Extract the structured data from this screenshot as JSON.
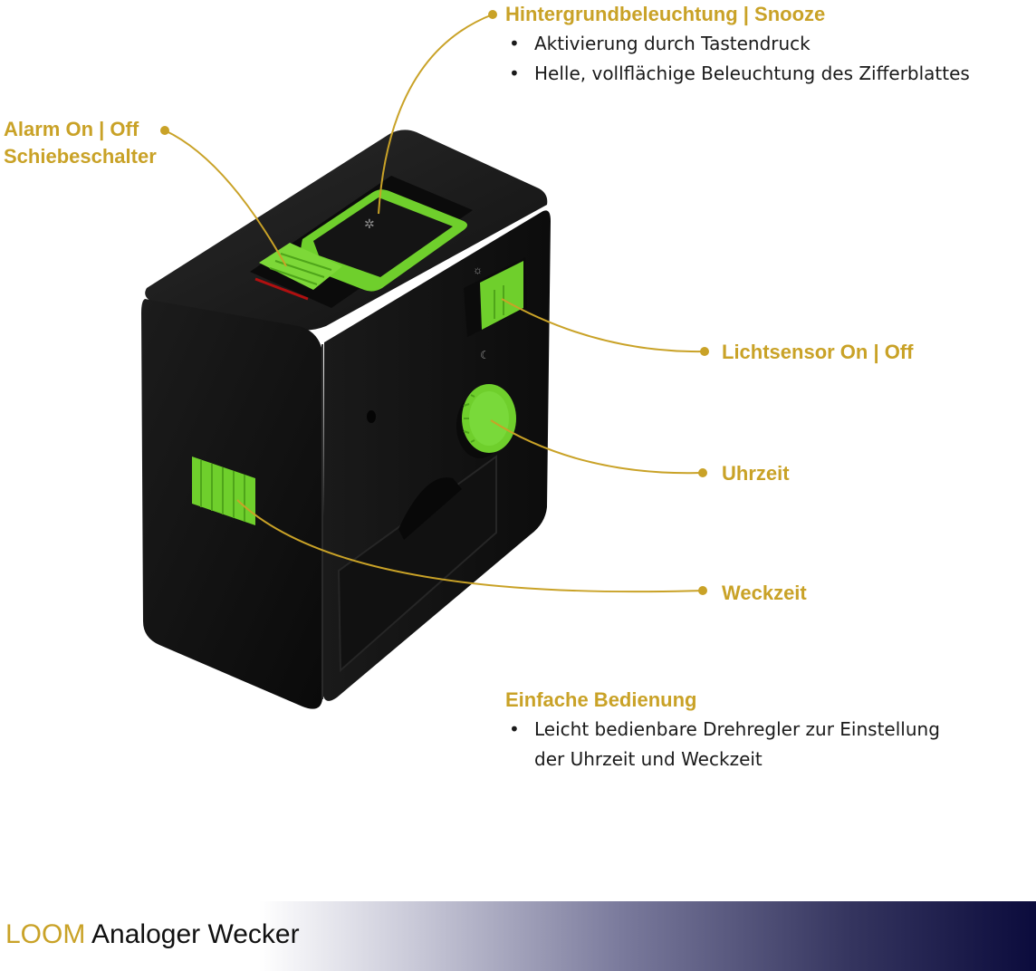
{
  "callouts": {
    "backlight": {
      "title": "Hintergrundbeleuchtung | Snooze",
      "bullets": [
        "Aktivierung durch Tastendruck",
        "Helle, vollflächige Beleuchtung des Zifferblattes"
      ]
    },
    "alarm": {
      "title_line1": "Alarm On | Off",
      "title_line2": "Schiebeschalter"
    },
    "light_sensor": {
      "title": "Lichtsensor On | Off"
    },
    "time": {
      "title": "Uhrzeit"
    },
    "alarm_time": {
      "title": "Weckzeit"
    },
    "operation": {
      "title": "Einfache Bedienung",
      "bullets": [
        "Leicht bedienbare Drehregler zur Einstellung der Uhrzeit und Weckzeit"
      ]
    }
  },
  "footer": {
    "brand": "LOOM",
    "product": "Analoger Wecker"
  },
  "colors": {
    "accent": "#c9a227",
    "device_body": "#141414",
    "device_green": "#6fcf2c"
  },
  "icons": [
    "sun-icon",
    "moon-icon",
    "star-icon"
  ]
}
